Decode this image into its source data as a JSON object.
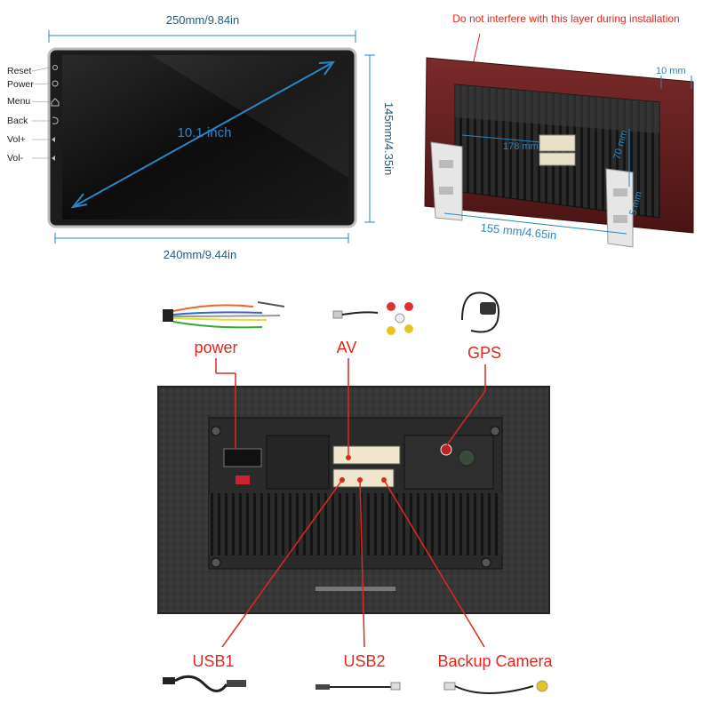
{
  "front": {
    "width_label": "250mm/9.84in",
    "height_label": "145mm/4.35in",
    "bottom_label": "240mm/9.44in",
    "diagonal_label": "10.1 inch",
    "buttons": [
      "Reset",
      "Power",
      "Menu",
      "Back",
      "Vol+",
      "Vol-"
    ]
  },
  "back": {
    "warning": "Do not interfere with this layer during installation",
    "depth_top": "10 mm",
    "width_label": "178 mm",
    "height_label": "70 mm",
    "side_label": "5 mm",
    "bottom_label": "155 mm/4.65in"
  },
  "ports": {
    "power": "power",
    "av": "AV",
    "gps": "GPS",
    "usb1": "USB1",
    "usb2": "USB2",
    "camera": "Backup Camera"
  },
  "colors": {
    "dimension": "#2b86c5",
    "label": "#e0281e",
    "faceplate": "#6b2020"
  }
}
